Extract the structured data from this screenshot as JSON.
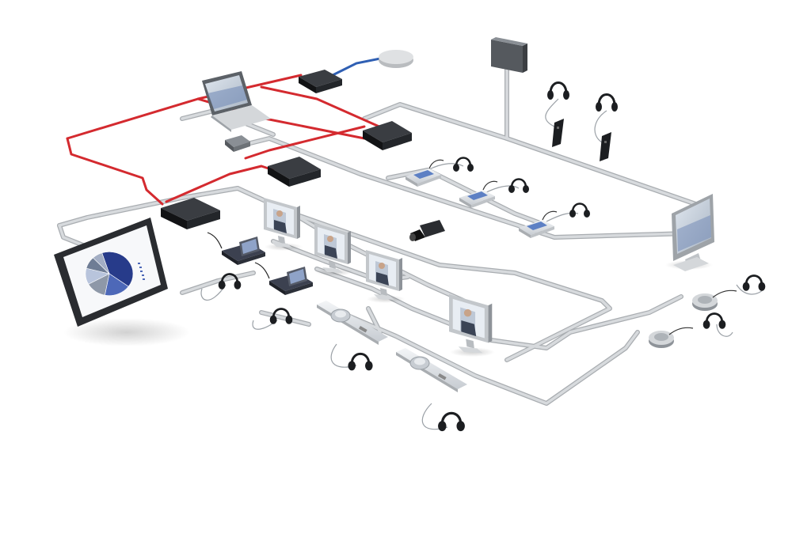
{
  "colors": {
    "background": "#ffffff",
    "cable_gray": "#c9cccf",
    "cable_gray_edge": "#a9adb1",
    "cable_red": "#d42a2f",
    "cable_blue": "#2f5fb3",
    "device_dark": "#1c1e21",
    "device_light": "#e4e7ea",
    "screen_bezel": "#2a2c30",
    "pie_navy": "#273b8a",
    "pie_blue": "#4d68b8",
    "pie_gray": "#8e98a8",
    "pie_light": "#b8c4dc"
  },
  "icons": [
    "ceiling-projector-icon",
    "camera-dome-icon",
    "video-camera-icon",
    "laptop-icon",
    "network-switch-icon",
    "audio-processor-icon",
    "tablet-pie-chart-icon",
    "video-monitor-icon",
    "delegate-unit-icon",
    "chairman-unit-icon",
    "interpreter-desk-icon",
    "discussion-unit-icon",
    "headphones-icon",
    "wireless-receiver-icon"
  ],
  "pie_slices": [
    40,
    18,
    14,
    12,
    9,
    7
  ]
}
